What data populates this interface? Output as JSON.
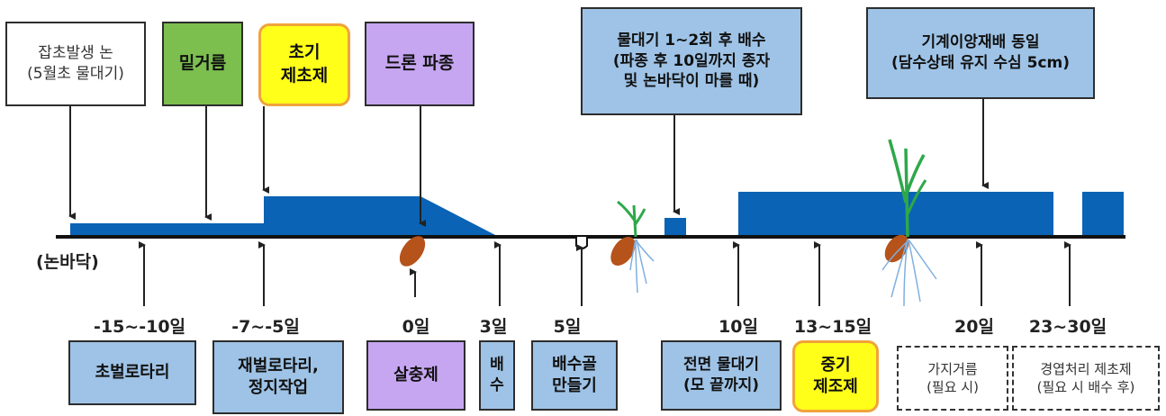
{
  "top_boxes": {
    "weedy_field": [
      "잡초발생 논",
      "(5월초 물대기)"
    ],
    "base_fertilizer": [
      "밑거름"
    ],
    "early_herbicide": [
      "초기",
      "제초제"
    ],
    "drone_seeding": [
      "드론 파종"
    ],
    "irrigation_drain": [
      "물대기 1~2회 후 배수",
      "(파종 후 10일까지 종자",
      "및 논바닥이 마를 때)"
    ],
    "same_as_transplanting": [
      "기계이앙재배 동일",
      "(담수상태 유지 수심 5cm)"
    ]
  },
  "ground_label": "(논바닥)",
  "day_labels": {
    "d1": "-15~-10일",
    "d2": "-7~-5일",
    "d3": "0일",
    "d4": "3일",
    "d5": "5일",
    "d6": "10일",
    "d7": "13~15일",
    "d8": "20일",
    "d9": "23~30일"
  },
  "bottom_boxes": {
    "first_rotary": [
      "초벌로타리"
    ],
    "second_rotary": [
      "재벌로타리,",
      "정지작업"
    ],
    "insecticide": [
      "살충제"
    ],
    "drainage": [
      "배",
      "수"
    ],
    "drain_channel": [
      "배수골",
      "만들기"
    ],
    "full_irrigation": [
      "전면 물대기",
      "(모 끝까지)"
    ],
    "mid_herbicide": [
      "중기",
      "제조제"
    ],
    "topdressing": [
      "가지거름",
      "(필요 시)"
    ],
    "stem_leaf_herbicide": [
      "경엽처리 제초제",
      "(필요 시 배수 후)"
    ]
  },
  "colors": {
    "water": "#0a63b5",
    "ground_line": "#111111",
    "seed": "#b5531b",
    "leaf": "#2ea84a",
    "root": "#7fb0e0",
    "box_blue": "#9ec3e6",
    "box_green": "#7cbf4f",
    "box_yellow": "#ffff19",
    "box_purple": "#c6a6f1"
  }
}
